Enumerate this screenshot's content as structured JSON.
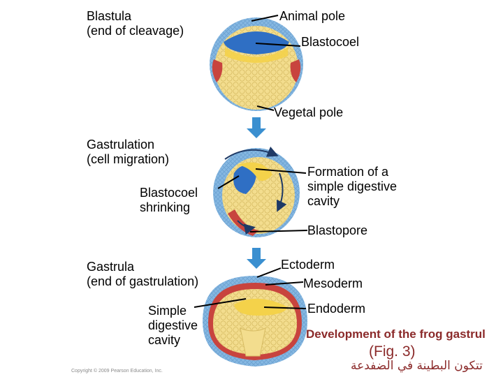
{
  "stages": {
    "blastula": "Blastula\n(end of cleavage)",
    "gastrulation": "Gastrulation\n(cell migration)",
    "gastrula": "Gastrula\n(end of gastrulation)"
  },
  "labels": {
    "animal_pole": "Animal pole",
    "blastocoel": "Blastocoel",
    "vegetal_pole": "Vegetal pole",
    "blastocoel_shrinking": "Blastocoel\nshrinking",
    "simple_digestive_cavity_formation": "Formation of a\nsimple digestive\ncavity",
    "blastopore": "Blastopore",
    "ectoderm": "Ectoderm",
    "mesoderm": "Mesoderm",
    "endoderm": "Endoderm",
    "simple_digestive_cavity": "Simple\ndigestive\ncavity"
  },
  "title": {
    "english": "Development of the frog gastrul",
    "figure": "(Fig. 3)",
    "arabic": "تتكون البطينة في الضفدعة"
  },
  "copyright": "Copyright © 2009 Pearson Education, Inc.",
  "colors": {
    "yolk": "#f2dc8c",
    "cell_outline": "#d9c06a",
    "ectoderm": "#7fb2de",
    "blastocoel": "#2f6fc4",
    "mesoderm": "#c8443e",
    "endoderm": "#f4d24a",
    "title": "#8b2a2a",
    "arrow": "#3a8fd0"
  }
}
